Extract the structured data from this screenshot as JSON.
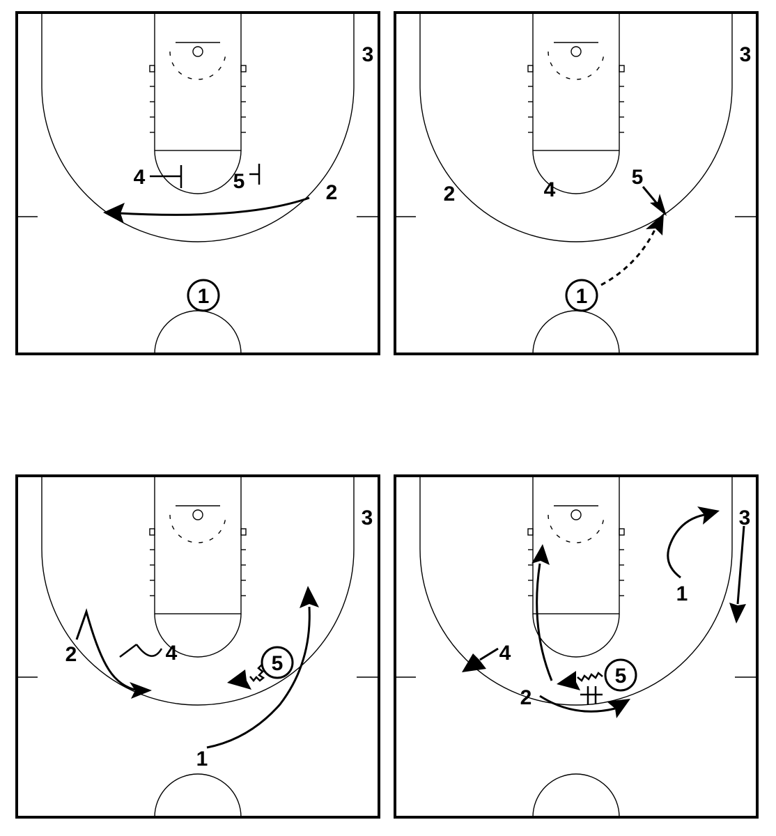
{
  "diagrams": [
    {
      "players": {
        "p1": "1",
        "p2": "2",
        "p3": "3",
        "p4": "4",
        "p5": "5"
      }
    },
    {
      "players": {
        "p1": "1",
        "p2": "2",
        "p3": "3",
        "p4": "4",
        "p5": "5"
      }
    },
    {
      "players": {
        "p1": "1",
        "p2": "2",
        "p3": "3",
        "p4": "4",
        "p5": "5"
      }
    },
    {
      "players": {
        "p1": "1",
        "p2": "2",
        "p3": "3",
        "p4": "4",
        "p5": "5"
      }
    }
  ]
}
